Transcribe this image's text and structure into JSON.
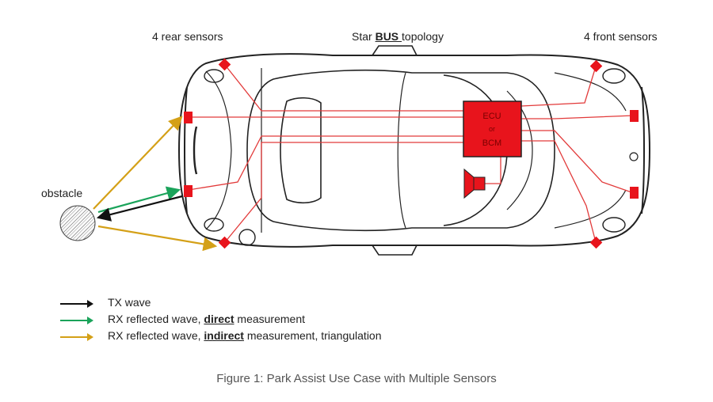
{
  "labels": {
    "rear_sensors": "4 rear sensors",
    "topology_prefix": "Star ",
    "topology_bus": "BUS ",
    "topology_suffix": "topology",
    "front_sensors": "4 front sensors",
    "obstacle": "obstacle"
  },
  "ecu": {
    "line1": "ECU",
    "line2": "or",
    "line3": "BCM"
  },
  "legend": [
    {
      "pre": "TX wave",
      "emph": "",
      "post": "",
      "color": "#111111"
    },
    {
      "pre": "RX reflected wave, ",
      "emph": "direct",
      "post": " measurement",
      "color": "#1aa35a"
    },
    {
      "pre": "RX reflected wave, ",
      "emph": "indirect",
      "post": " measurement, triangulation",
      "color": "#d4a017"
    }
  ],
  "caption": "Figure 1: Park Assist Use Case with Multiple Sensors",
  "colors": {
    "sensor": "#e8141c",
    "wire": "#e23a3a",
    "tx": "#111111",
    "rx_direct": "#1aa35a",
    "rx_indirect": "#d4a017"
  }
}
